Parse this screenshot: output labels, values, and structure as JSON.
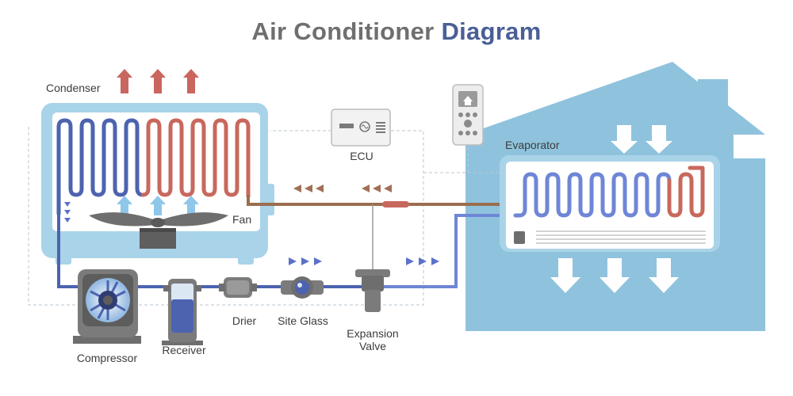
{
  "title": {
    "part1": "Air Conditioner",
    "part2": "Diagram"
  },
  "labels": {
    "condenser": "Condenser",
    "fan": "Fan",
    "ecu": "ECU",
    "evaporator": "Evaporator",
    "compressor": "Compressor",
    "receiver": "Receiver",
    "drier": "Drier",
    "site_glass": "Site Glass",
    "expansion_valve_line1": "Expansion",
    "expansion_valve_line2": "Valve"
  },
  "colors": {
    "house": "#8fc3dd",
    "unit_frame": "#a9d3e8",
    "coil_blue": "#4d63b0",
    "coil_red": "#c8685d",
    "pipe_brown": "#9a6e4f",
    "arrow_red": "#c9665f",
    "arrow_light_blue": "#8ec7ea",
    "flow_arrow": "#5b72c9",
    "heat_arrow": "#a07056",
    "device_gray": "#7b7b7b",
    "accent_title": "#4a5f96"
  }
}
